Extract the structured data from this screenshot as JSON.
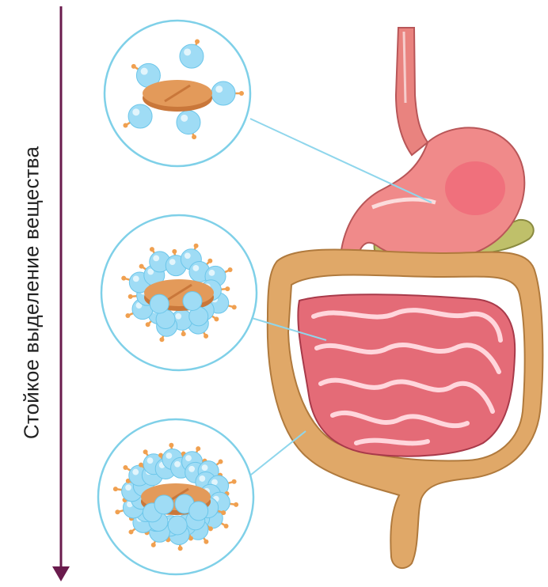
{
  "axis": {
    "label": "Стойкое выделение вещества",
    "arrow_color": "#6a1b4d"
  },
  "colors": {
    "circle_stroke": "#7fd0e8",
    "connector": "#8fd6ec",
    "tablet": "#e39a5a",
    "tablet_edge": "#c9773a",
    "particle": "#9fdcf5",
    "spike": "#f0a050",
    "stomach": "#f08a8a",
    "intestine_small": "#e46b77",
    "intestine_large": "#e0a868",
    "pancreas": "#bfc06a",
    "esophagus": "#e9837f"
  },
  "stages": [
    {
      "name": "stomach-stage"
    },
    {
      "name": "small-intestine-stage"
    },
    {
      "name": "large-intestine-stage"
    }
  ],
  "icons": {
    "arrow": "down-arrow-icon",
    "tablet": "tablet-icon",
    "particle": "particle-icon",
    "organs": "digestive-tract-illustration"
  }
}
